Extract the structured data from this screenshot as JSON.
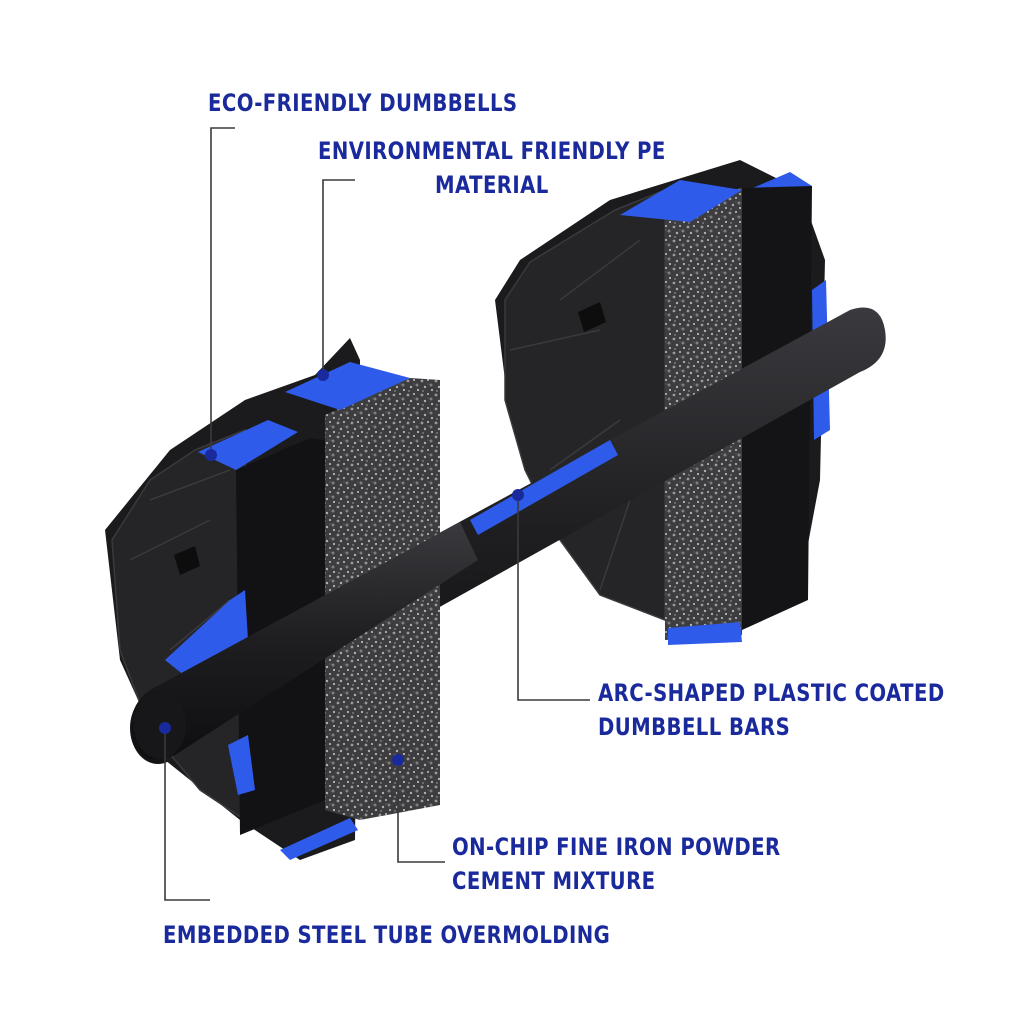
{
  "colors": {
    "label": "#1a2a9c",
    "leader": "#3a3a3a",
    "dot": "#1a2a9c",
    "plastic": "#1e1e20",
    "accent_blue": "#2f5bea",
    "filler": "#4a4a4c"
  },
  "labels": {
    "eco": {
      "line1": "ECO-FRIENDLY DUMBBELLS"
    },
    "env": {
      "line1": "ENVIRONMENTAL FRIENDLY PE",
      "line2": "MATERIAL"
    },
    "arc": {
      "line1": "ARC-SHAPED PLASTIC COATED",
      "line2": "DUMBBELL BARS"
    },
    "chip": {
      "line1": "ON-CHIP FINE IRON POWDER",
      "line2": "CEMENT MIXTURE"
    },
    "tube": {
      "line1": "EMBEDDED STEEL TUBE OVERMOLDING"
    }
  }
}
